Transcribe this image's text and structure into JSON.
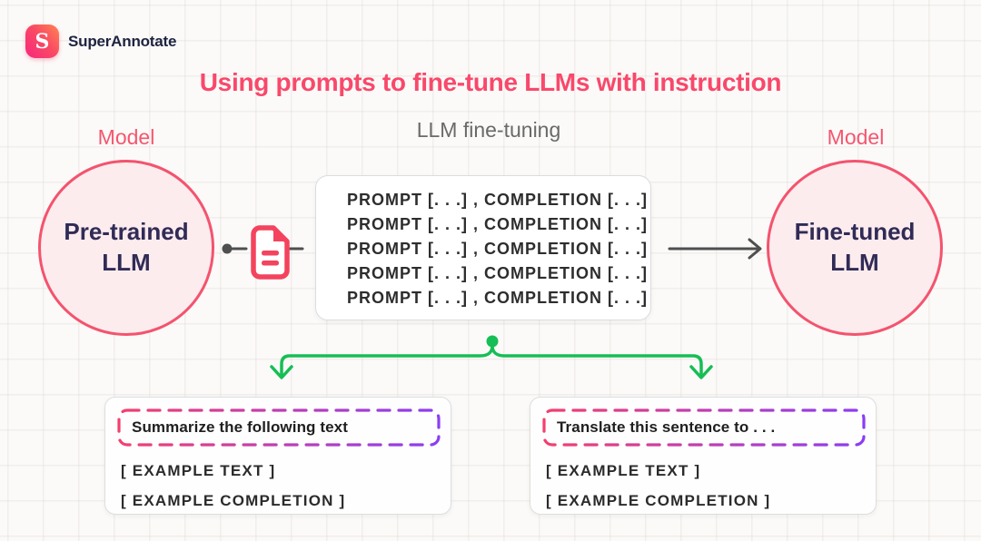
{
  "brand": {
    "name": "SuperAnnotate",
    "logo_letter": "S"
  },
  "title": "Using prompts to fine-tune LLMs with instruction",
  "center": {
    "label": "LLM fine-tuning",
    "rows": [
      "PROMPT [. . .] , COMPLETION [. . .]",
      "PROMPT [. . .] , COMPLETION [. . .]",
      "PROMPT [. . .] , COMPLETION [. . .]",
      "PROMPT [. . .] , COMPLETION [. . .]",
      "PROMPT [. . .] , COMPLETION [. . .]"
    ]
  },
  "left_model": {
    "label": "Model",
    "line1": "Pre-trained",
    "line2": "LLM"
  },
  "right_model": {
    "label": "Model",
    "line1": "Fine-tuned",
    "line2": "LLM"
  },
  "examples": [
    {
      "prompt": "Summarize the following text",
      "line1": "[ EXAMPLE TEXT ]",
      "line2": "[ EXAMPLE COMPLETION ]"
    },
    {
      "prompt": "Translate this sentence to . . .",
      "line1": "[ EXAMPLE TEXT ]",
      "line2": "[ EXAMPLE COMPLETION ]"
    }
  ],
  "icons": {
    "logo": "superannotate-logo",
    "document": "document-icon",
    "right_arrow": "arrow-right-icon",
    "branch": "branch-down-arrows-icon"
  },
  "colors": {
    "title_pink": "#F9486B",
    "model_pink": "#F5566F",
    "circle_border": "#F4536E",
    "circle_fill": "#FCECEE",
    "navy": "#312B56",
    "gray_label": "#6A6A6A",
    "dark_line": "#4F4F4F",
    "green": "#16BE56",
    "icon_red": "#F4435E",
    "dash_pink": "#F43F6E",
    "dash_purple": "#8B3DF4",
    "text_dark": "#2D2D2D"
  }
}
